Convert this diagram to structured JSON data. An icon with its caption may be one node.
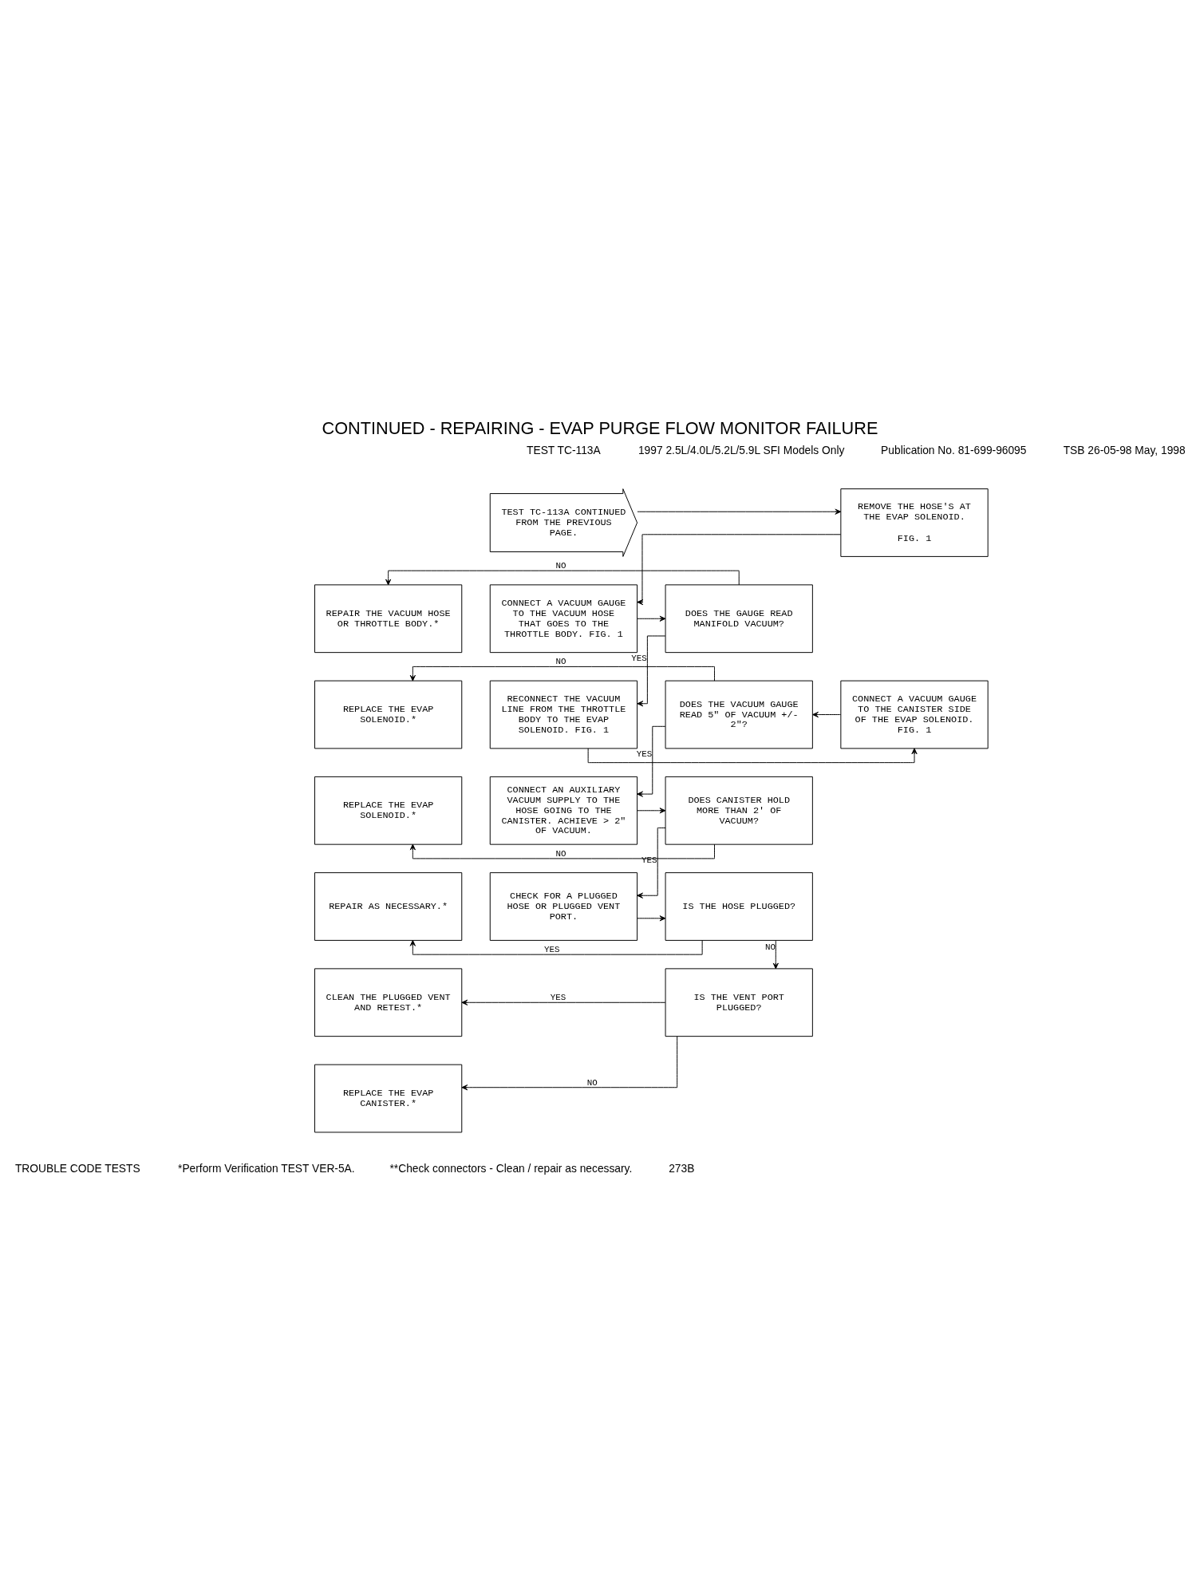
{
  "diagram": {
    "title": "CONTINUED - REPAIRING - EVAP PURGE FLOW MONITOR FAILURE",
    "nodes": [
      {
        "text": [
          "TEST TC-113A CONTINUED FROM THE PREVIOUS PAGE."
        ]
      },
      {
        "text": [
          "REMOVE THE HOSE'S AT THE EVAP SOLENOID.",
          "FIG. 1"
        ]
      },
      {
        "text": [
          "CONNECT A VACUUM GAUGE TO THE VACUUM HOSE THAT GOES TO THE THROTTLE BODY. FIG. 1"
        ]
      },
      {
        "text": [
          "DOES THE GAUGE READ MANIFOLD VACUUM?"
        ]
      },
      {
        "text": [
          "REPAIR THE VACUUM HOSE OR THROTTLE BODY.*"
        ]
      },
      {
        "text": [
          "RECONNECT THE VACUUM LINE FROM THE THROTTLE BODY TO THE EVAP SOLENOID. FIG. 1"
        ]
      },
      {
        "text": [
          "CONNECT A VACUUM GAUGE TO THE CANISTER SIDE OF THE EVAP SOLENOID. FIG. 1"
        ]
      },
      {
        "text": [
          "DOES THE VACUUM GAUGE READ 5\" OF VACUUM +/- 2\"?"
        ]
      },
      {
        "text": [
          "REPLACE THE EVAP SOLENOID.*"
        ]
      },
      {
        "text": [
          "CONNECT AN AUXILIARY VACUUM SUPPLY TO THE HOSE GOING TO THE CANISTER. ACHIEVE > 2\" OF VACUUM."
        ]
      },
      {
        "text": [
          "DOES CANISTER HOLD MORE THAN 2' OF VACUUM?"
        ]
      },
      {
        "text": [
          "REPLACE THE EVAP SOLENOID.*"
        ]
      },
      {
        "text": [
          "CHECK FOR A PLUGGED HOSE OR PLUGGED VENT PORT."
        ]
      },
      {
        "text": [
          "IS THE HOSE PLUGGED?"
        ]
      },
      {
        "text": [
          "REPAIR AS NECESSARY.*"
        ]
      },
      {
        "text": [
          "IS THE VENT PORT PLUGGED?"
        ]
      },
      {
        "text": [
          "CLEAN THE PLUGGED VENT AND RETEST.*"
        ]
      },
      {
        "text": [
          "REPLACE THE EVAP CANISTER.*"
        ]
      }
    ],
    "edges": [
      {
        "from": 0,
        "to": 1,
        "arrow": "to"
      },
      {
        "from": 1,
        "to": 2,
        "arrow": "to"
      },
      {
        "from": 2,
        "to": 3,
        "arrow": "to"
      },
      {
        "from": 3,
        "to": 4,
        "arrow": "to",
        "label": "NO"
      },
      {
        "from": 3,
        "to": 5,
        "arrow": "to",
        "label": "YES"
      },
      {
        "from": 5,
        "to": 6,
        "arrow": "to"
      },
      {
        "from": 6,
        "to": 7,
        "arrow": "to"
      },
      {
        "from": 7,
        "to": 8,
        "arrow": "to",
        "label": "NO"
      },
      {
        "from": 7,
        "to": 9,
        "arrow": "to",
        "label": "YES"
      },
      {
        "from": 9,
        "to": 10,
        "arrow": "to"
      },
      {
        "from": 10,
        "to": 11,
        "arrow": "to",
        "label": "NO"
      },
      {
        "from": 10,
        "to": 12,
        "arrow": "to",
        "label": "YES"
      },
      {
        "from": 12,
        "to": 13,
        "arrow": "to"
      },
      {
        "from": 13,
        "to": 14,
        "arrow": "to",
        "label": "YES"
      },
      {
        "from": 13,
        "to": 15,
        "arrow": "to",
        "label": "NO"
      },
      {
        "from": 15,
        "to": 16,
        "arrow": "to",
        "label": "YES"
      },
      {
        "from": 15,
        "to": 17,
        "arrow": "to",
        "label": "NO"
      }
    ],
    "labels": [
      "TEST TC-113A",
      "1997 2.5L/4.0L/5.2L/5.9L SFI Models Only",
      "Publication No. 81-699-96095",
      "TSB 26-05-98 May, 1998",
      "TROUBLE CODE TESTS",
      "*Perform Verification TEST VER-5A.",
      "**Check connectors - Clean / repair as necessary.",
      "273B"
    ]
  }
}
